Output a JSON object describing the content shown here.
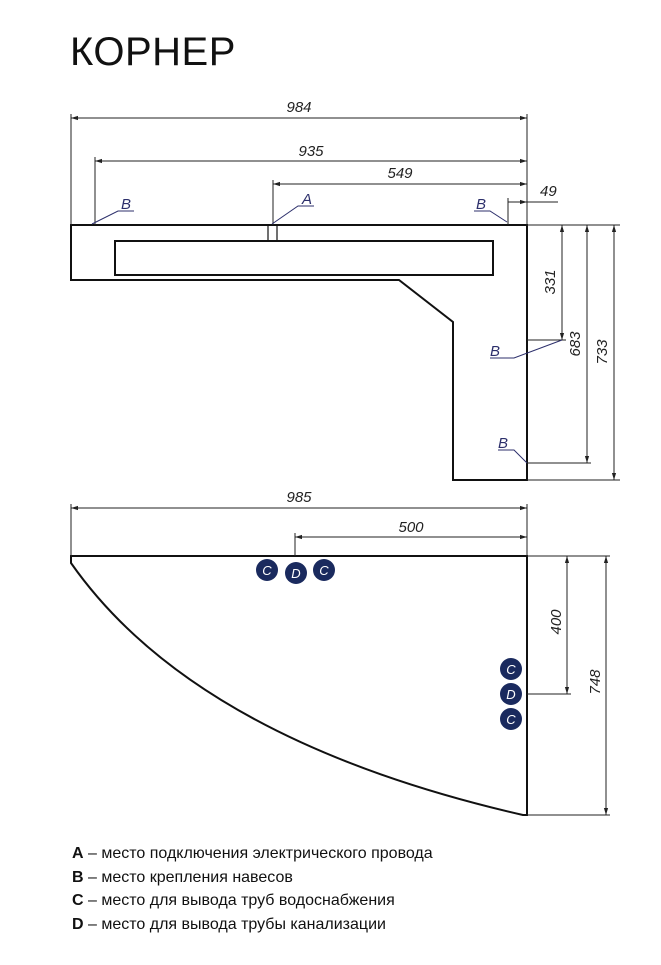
{
  "title": "КОРНЕР",
  "top_view": {
    "dims": {
      "total_width": "984",
      "width_935": "935",
      "width_549": "549",
      "edge_49": "49",
      "depth_331": "331",
      "depth_683": "683",
      "depth_733": "733"
    },
    "labels": {
      "a": "A",
      "b": "B"
    }
  },
  "bottom_view": {
    "dims": {
      "total_width": "985",
      "width_500": "500",
      "depth_400": "400",
      "depth_748": "748"
    },
    "markers": {
      "c": "C",
      "d": "D"
    },
    "marker_color": "#1a2a5e"
  },
  "legend": [
    {
      "key": "A",
      "text": " – место подключения электрического провода"
    },
    {
      "key": "B",
      "text": " – место крепления навесов"
    },
    {
      "key": "C",
      "text": " – место для вывода труб водоснабжения"
    },
    {
      "key": "D",
      "text": " – место для вывода трубы канализации"
    }
  ]
}
